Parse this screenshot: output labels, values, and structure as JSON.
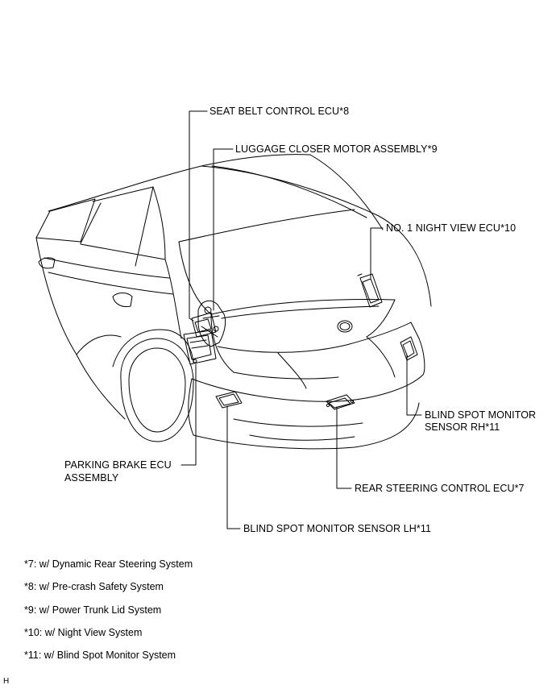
{
  "labels": {
    "seat_belt": "SEAT BELT CONTROL ECU*8",
    "luggage_closer": "LUGGAGE CLOSER MOTOR ASSEMBLY*9",
    "night_view": "NO. 1 NIGHT VIEW ECU*10",
    "bsm_rh_line1": "BLIND SPOT MONITOR",
    "bsm_rh_line2": "SENSOR RH*11",
    "parking_brake_line1": "PARKING BRAKE ECU",
    "parking_brake_line2": "ASSEMBLY",
    "rear_steering": "REAR STEERING CONTROL ECU*7",
    "bsm_lh": "BLIND SPOT MONITOR SENSOR LH*11"
  },
  "notes": [
    "*7: w/ Dynamic Rear Steering System",
    "*8: w/ Pre-crash Safety System",
    "*9: w/ Power Trunk Lid System",
    "*10: w/ Night View System",
    "*11: w/ Blind Spot Monitor System"
  ],
  "corner_mark": "H"
}
